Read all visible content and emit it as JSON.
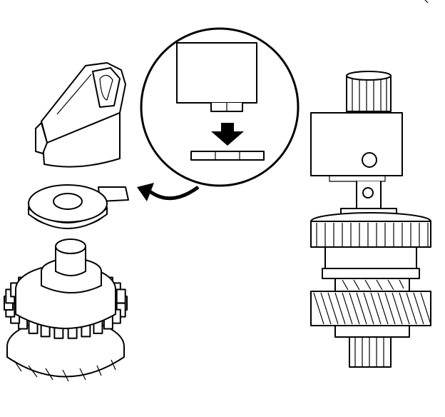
{
  "figure": {
    "domain": "Diagram",
    "colors": {
      "line": "#000000",
      "background": "#ffffff"
    },
    "parts": [
      {
        "name": "guide-clip",
        "icon": "clip-part"
      },
      {
        "name": "tab-washer",
        "icon": "washer-part"
      },
      {
        "name": "gear-stack",
        "icon": "gear-part"
      },
      {
        "name": "detail-callout",
        "icon": "magnifier-circle"
      },
      {
        "name": "shaft-assembly",
        "icon": "shaft-part"
      }
    ]
  }
}
